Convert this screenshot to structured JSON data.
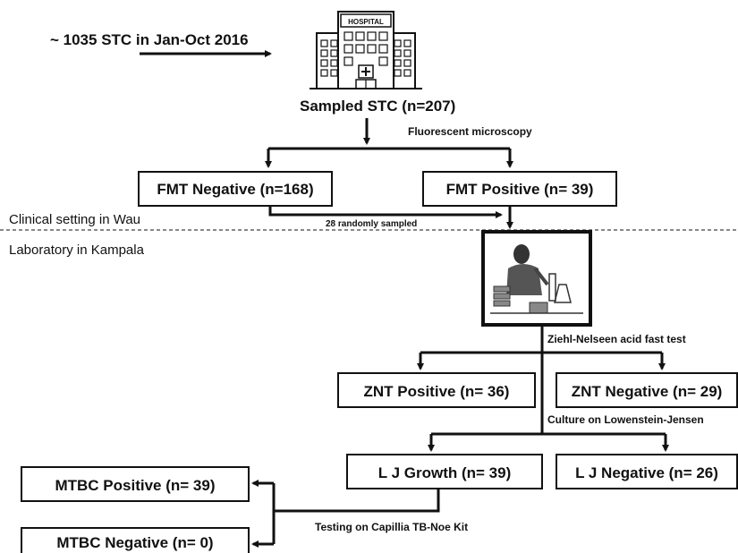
{
  "intro": {
    "text": "~ 1035  STC in Jan-Oct 2016"
  },
  "hospital": {
    "label": "HOSPITAL"
  },
  "sampled": {
    "text": "Sampled STC (n=207)"
  },
  "fluorescent": {
    "text": "Fluorescent microscopy"
  },
  "fmt_negative": {
    "text": "FMT  Negative (n=168)"
  },
  "fmt_positive": {
    "text": "FMT  Positive (n= 39)"
  },
  "random_sample": {
    "text": "28 randomly sampled"
  },
  "clinical_setting": {
    "text": "Clinical setting in Wau"
  },
  "laboratory": {
    "text": "Laboratory in Kampala"
  },
  "ziehl": {
    "text": "Ziehl-Nelseen acid fast test"
  },
  "znt_positive": {
    "text": "ZNT  Positive (n= 36)"
  },
  "znt_negative": {
    "text": "ZNT  Negative (n= 29)"
  },
  "culture": {
    "text": "Culture on Lowenstein-Jensen"
  },
  "lj_growth": {
    "text": "L J  Growth (n= 39)"
  },
  "lj_negative": {
    "text": "L J  Negative (n= 26)"
  },
  "mtbc_positive": {
    "text": "MTBC Positive  (n= 39)"
  },
  "mtbc_negative": {
    "text": "MTBC Negative  (n= 0)"
  },
  "testing": {
    "text": "Testing on Capillia TB-Noe Kit"
  }
}
